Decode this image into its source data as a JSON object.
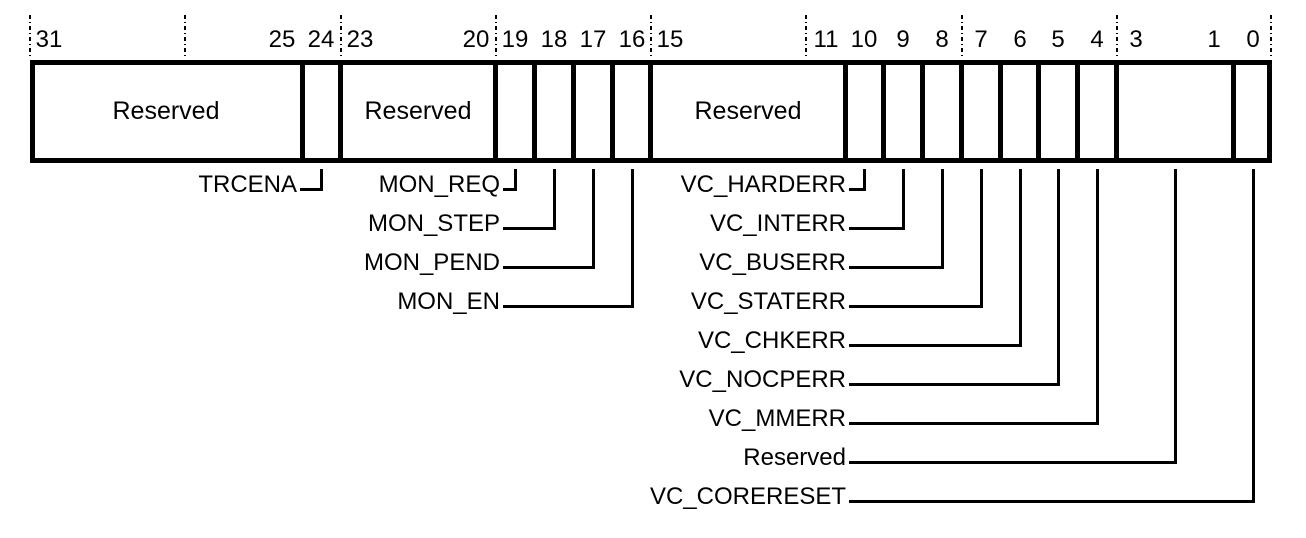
{
  "register_diagram": {
    "bit_numbers": [
      "31",
      "25",
      "24",
      "23",
      "20",
      "19",
      "18",
      "17",
      "16",
      "15",
      "11",
      "10",
      "9",
      "8",
      "7",
      "6",
      "5",
      "4",
      "3",
      "1",
      "0"
    ],
    "fields": [
      {
        "bits": "31:25",
        "label": "Reserved"
      },
      {
        "bits": "24",
        "label": "TRCENA"
      },
      {
        "bits": "23:20",
        "label": "Reserved"
      },
      {
        "bits": "19",
        "label": "MON_REQ"
      },
      {
        "bits": "18",
        "label": "MON_STEP"
      },
      {
        "bits": "17",
        "label": "MON_PEND"
      },
      {
        "bits": "16",
        "label": "MON_EN"
      },
      {
        "bits": "15:11",
        "label": "Reserved"
      },
      {
        "bits": "10",
        "label": "VC_HARDERR"
      },
      {
        "bits": "9",
        "label": "VC_INTERR"
      },
      {
        "bits": "8",
        "label": "VC_BUSERR"
      },
      {
        "bits": "7",
        "label": "VC_STATERR"
      },
      {
        "bits": "6",
        "label": "VC_CHKERR"
      },
      {
        "bits": "5",
        "label": "VC_NOCPERR"
      },
      {
        "bits": "4",
        "label": "VC_MMERR"
      },
      {
        "bits": "3:1",
        "label": "Reserved"
      },
      {
        "bits": "0",
        "label": "VC_CORERESET"
      }
    ],
    "colors": {
      "line": "#000000",
      "background": "#ffffff",
      "text": "#000000"
    }
  }
}
